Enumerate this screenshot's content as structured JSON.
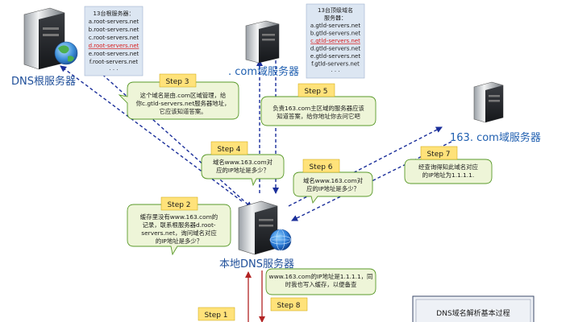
{
  "servers": {
    "root": {
      "label": "DNS根服务器"
    },
    "com": {
      "label": ". com域服务器"
    },
    "d163": {
      "label": "163. com域服务器"
    },
    "local": {
      "label": "本地DNS服务器"
    }
  },
  "root_list": {
    "title": "13台根服务器：",
    "items": [
      "a.root-servers.net",
      "b.root-servers.net",
      "c.root-servers.net",
      "d.root-servers.net",
      "e.root-servers.net",
      "f.root-servers.net",
      "· · ·"
    ],
    "highlight_index": 3
  },
  "gtld_list": {
    "title_lines": [
      "13台顶级域名",
      "服务器："
    ],
    "items": [
      "a.gtld-servers.net",
      "b.gtld-servers.net",
      "c.gtld-servers.net",
      "d.gtld-servers.net",
      "e.gtld-servers.net",
      "f.gtld-servers.net",
      "· · ·"
    ],
    "highlight_index": 2
  },
  "steps": {
    "s1": "Step 1",
    "s2": "Step 2",
    "s3": "Step 3",
    "s4": "Step 4",
    "s5": "Step 5",
    "s6": "Step 6",
    "s7": "Step 7",
    "s8": "Step 8"
  },
  "callouts": {
    "c2": [
      "缓存里没有www.163.com的",
      "记录，联系根服务器d.root-",
      "servers.net，询问域名对应",
      "的IP地址是多少？"
    ],
    "c3": [
      "这个域名是由.com区域管理，给",
      "你c.gtld-servers.net服务器地址，",
      "它应该知道答案。"
    ],
    "c4": [
      "域名www.163.com对",
      "应的IP地址是多少？"
    ],
    "c5": [
      "负责163.com主区域的服务器应该",
      "知道答案，给你地址你去问它吧"
    ],
    "c6": [
      "域名www.163.com对",
      "应的IP地址是多少？"
    ],
    "c7": [
      "经查询得知此域名对应",
      "的IP地址为1.1.1.1."
    ],
    "c8": [
      "www.163.com的IP地址是1.1.1.1，同",
      "时我也写入缓存，以便备查"
    ]
  },
  "legend_box": {
    "title": "DNS域名解析基本过程"
  },
  "colors": {
    "arrow": "#1a2e9a",
    "callout_fill": "#eef5d8",
    "callout_border": "#5a9a2a",
    "step_fill": "#ffe27a",
    "list_fill": "#dce6f2",
    "label": "#1f4f9a",
    "highlight": "#d81b1b",
    "request_line": "#b22222"
  },
  "icons": {
    "server": "server-tower-icon",
    "globe": "globe-icon"
  }
}
